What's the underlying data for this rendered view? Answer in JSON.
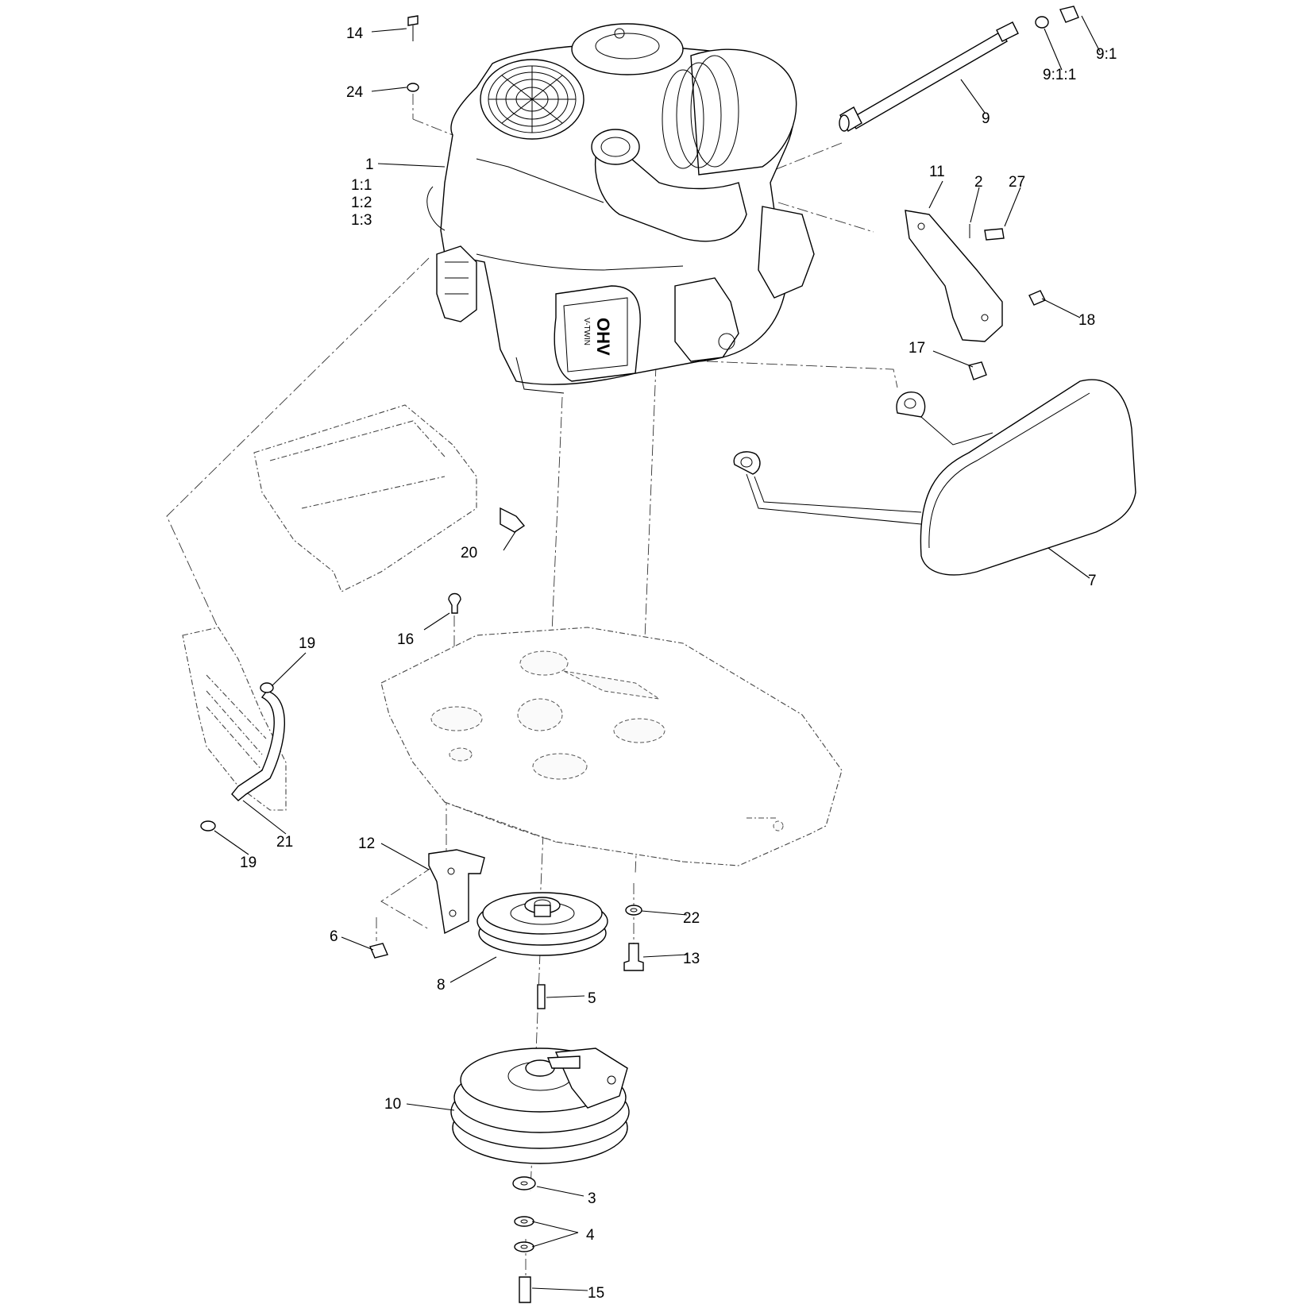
{
  "labels": {
    "c14": "14",
    "c24": "24",
    "c1": "1",
    "c1_1": "1:1",
    "c1_2": "1:2",
    "c1_3": "1:3",
    "c9_1": "9:1",
    "c9_1_1": "9:1:1",
    "c9": "9",
    "c11": "11",
    "c2": "2",
    "c27": "27",
    "c18": "18",
    "c17": "17",
    "c7": "7",
    "c20": "20",
    "c16": "16",
    "c19a": "19",
    "c21": "21",
    "c19b": "19",
    "c12": "12",
    "c22": "22",
    "c6": "6",
    "c13": "13",
    "c8": "8",
    "c5": "5",
    "c10": "10",
    "c3": "3",
    "c4": "4",
    "c15": "15"
  },
  "engine_valve_cover_text": "OHV",
  "engine_valve_cover_subtext": "V-TWIN"
}
